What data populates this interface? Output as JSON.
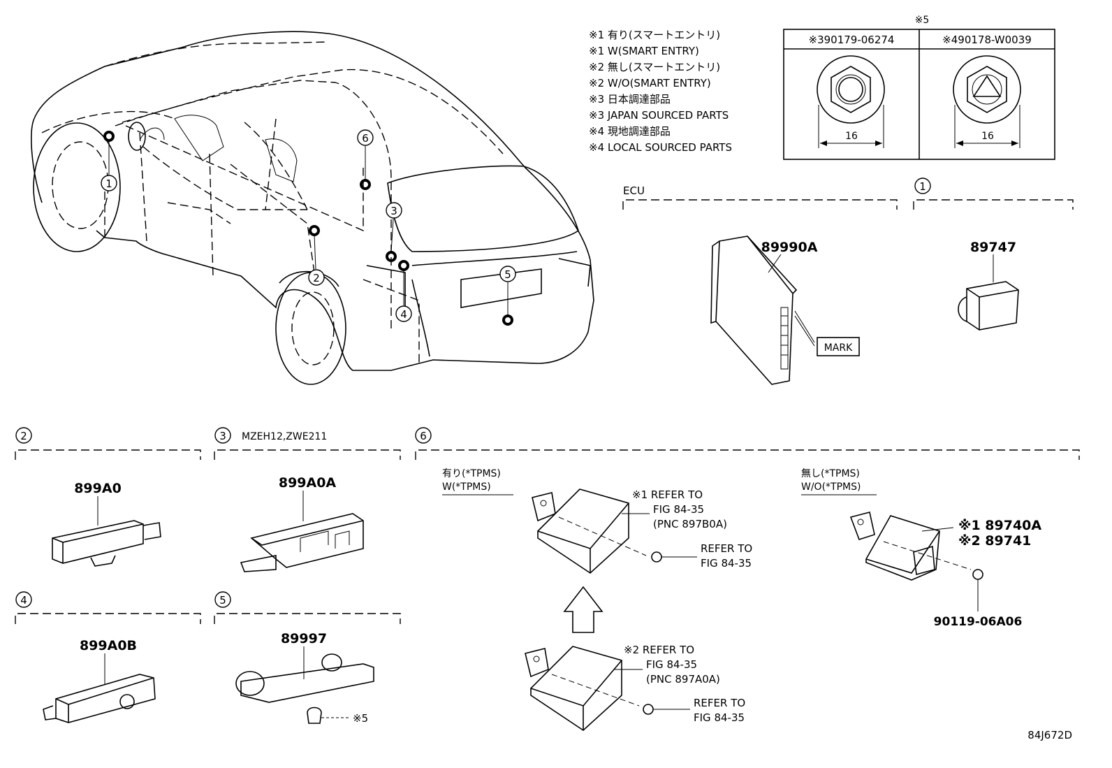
{
  "diagram_id": "84J672D",
  "notes": [
    "※1 有り(スマートエントリ)",
    "※1 W(SMART ENTRY)",
    "※2 無し(スマートエントリ)",
    "※2 W/O(SMART ENTRY)",
    "※3 日本調達部品",
    "※3 JAPAN SOURCED PARTS",
    "※4 現地調達部品",
    "※4 LOCAL SOURCED PARTS"
  ],
  "nut_table": {
    "title": "※5",
    "col1_header": "※390179-06274",
    "col2_header": "※490178-W0039",
    "dim1": "16",
    "dim2": "16"
  },
  "callouts": [
    "1",
    "2",
    "3",
    "4",
    "5",
    "6"
  ],
  "ecu": {
    "label": "ECU",
    "part": "89990A",
    "mark": "MARK"
  },
  "section1": {
    "num": "1",
    "part": "89747"
  },
  "section2": {
    "num": "2",
    "part": "899A0"
  },
  "section3": {
    "num": "3",
    "models": "MZEH12,ZWE211",
    "part": "899A0A"
  },
  "section4": {
    "num": "4",
    "part": "899A0B"
  },
  "section5": {
    "num": "5",
    "part": "89997",
    "nut_ref": "※5"
  },
  "section6": {
    "num": "6",
    "with_tpms_jp": "有り(*TPMS)",
    "with_tpms_en": "W(*TPMS)",
    "without_tpms_jp": "無し(*TPMS)",
    "without_tpms_en": "W/O(*TPMS)",
    "ref1": [
      "※1 REFER TO",
      "FIG 84-35",
      "(PNC 897B0A)"
    ],
    "ref_bolt1": [
      "REFER TO",
      "FIG 84-35"
    ],
    "ref2": [
      "※2 REFER TO",
      "FIG 84-35",
      "(PNC 897A0A)"
    ],
    "ref_bolt2": [
      "REFER TO",
      "FIG 84-35"
    ],
    "part_a": "※1 89740A",
    "part_b": "※2 89741",
    "bolt": "90119-06A06"
  }
}
